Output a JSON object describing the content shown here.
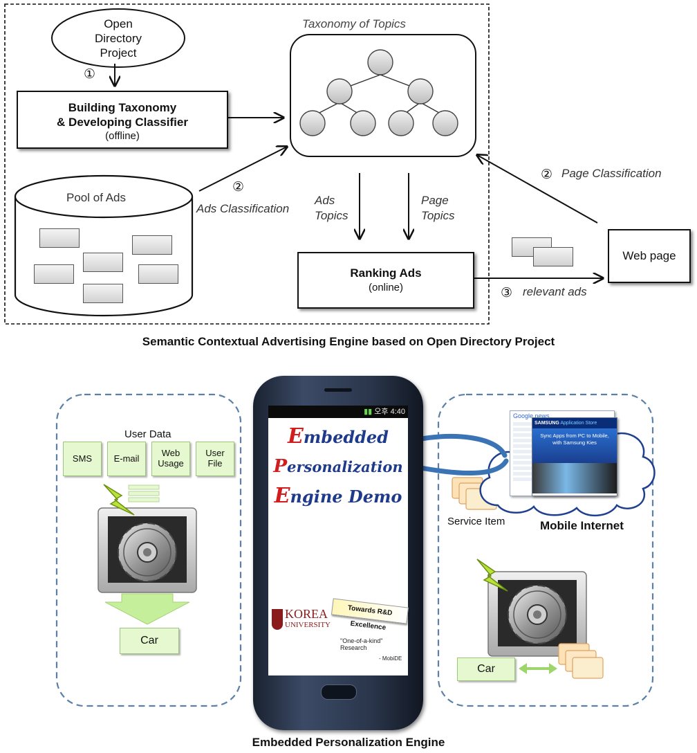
{
  "top_diagram": {
    "odp": [
      "Open",
      "Directory",
      "Project"
    ],
    "step1": "①",
    "building_line1": "Building Taxonomy",
    "building_line2": "& Developing Classifier",
    "building_line3": "(offline)",
    "taxonomy_title": "Taxonomy of Topics",
    "pool_of_ads": "Pool of Ads",
    "step2_ads": "②",
    "ads_classification": "Ads Classification",
    "ads_topics": [
      "Ads",
      "Topics"
    ],
    "page_topics": [
      "Page",
      "Topics"
    ],
    "step2_page": "②",
    "page_classification": "Page Classification",
    "ranking_line1": "Ranking Ads",
    "ranking_line2": "(online)",
    "web_page": "Web page",
    "step3": "③",
    "relevant_ads": "relevant ads",
    "caption": "Semantic Contextual Advertising Engine based on Open Directory Project"
  },
  "bottom_diagram": {
    "user_data_title": "User Data",
    "user_data_items": [
      "SMS",
      "E-mail",
      "Web\nUsage",
      "User\nFile"
    ],
    "car_left": "Car",
    "phone_status": "오후 4:40",
    "phone_title": [
      "Embedded",
      "Personalization",
      "Engine Demo"
    ],
    "korea": "KOREA",
    "university": "UNIVERSITY",
    "towards": "Towards R&D Excellence",
    "research": "\"One-of-a-kind\" Research",
    "mobide": "- MobiDE",
    "service_item": "Service Item",
    "mobile_internet": "Mobile Internet",
    "google_news": "Google news",
    "samsung": "SAMSUNG",
    "app_store": "Application Store",
    "sync_text": "Sync Apps from PC to Mobile, with Samsung Kies",
    "car_right": "Car",
    "caption": "Embedded Personalization Engine"
  },
  "colors": {
    "note_green": "#e6f8cf",
    "dashed_blue": "#5a7fa8",
    "phone_title_blue": "#1e3a8a",
    "phone_title_red": "#d11d1d",
    "korea_red": "#8b1a1a",
    "arrow_green": "#c6ef9b"
  }
}
